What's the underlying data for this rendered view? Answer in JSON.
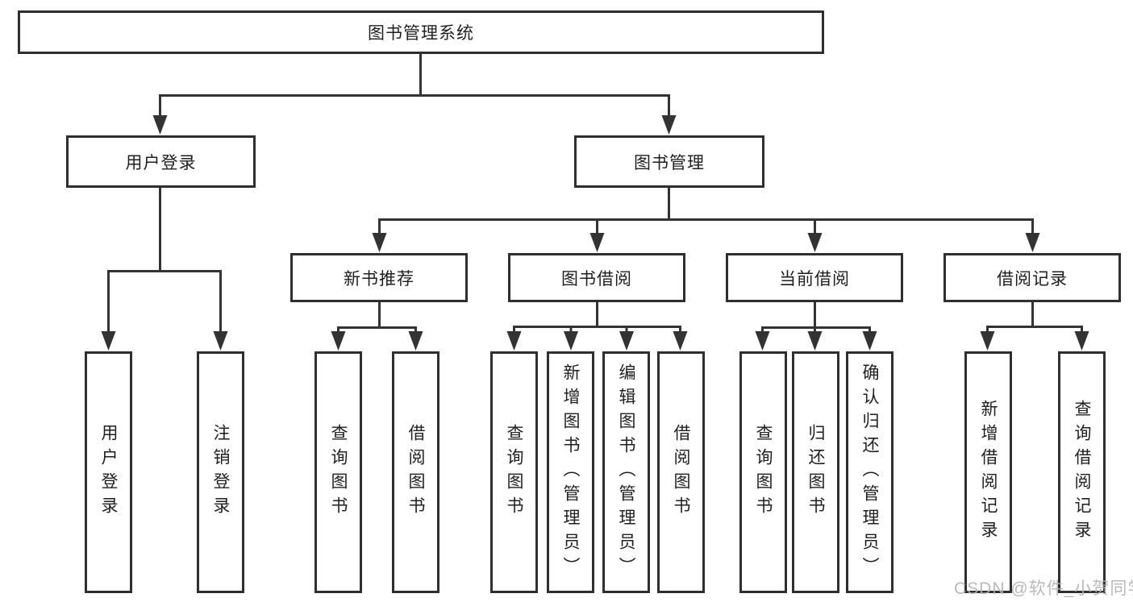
{
  "tree": {
    "root": {
      "label": "图书管理系统"
    },
    "branches": [
      {
        "label": "用户登录",
        "children": [
          {
            "label": "用户登录"
          },
          {
            "label": "注销登录"
          }
        ]
      },
      {
        "label": "图书管理",
        "children": [
          {
            "label": "新书推荐",
            "children": [
              {
                "label": "查询图书"
              },
              {
                "label": "借阅图书"
              }
            ]
          },
          {
            "label": "图书借阅",
            "children": [
              {
                "label": "查询图书"
              },
              {
                "label": "新增图书（管理员）"
              },
              {
                "label": "编辑图书（管理员）"
              },
              {
                "label": "借阅图书"
              }
            ]
          },
          {
            "label": "当前借阅",
            "children": [
              {
                "label": "查询图书"
              },
              {
                "label": "归还图书"
              },
              {
                "label": "确认归还（管理员）"
              }
            ]
          },
          {
            "label": "借阅记录",
            "children": [
              {
                "label": "新增借阅记录"
              },
              {
                "label": "查询借阅记录"
              }
            ]
          }
        ]
      }
    ]
  },
  "watermark": {
    "text": "CSDN @软件_小贺同学"
  },
  "colors": {
    "line": "#333333",
    "box_border": "#2f2f2f",
    "text": "#1f1f1f",
    "watermark": "#b2b2b6",
    "background": "#ffffff"
  }
}
